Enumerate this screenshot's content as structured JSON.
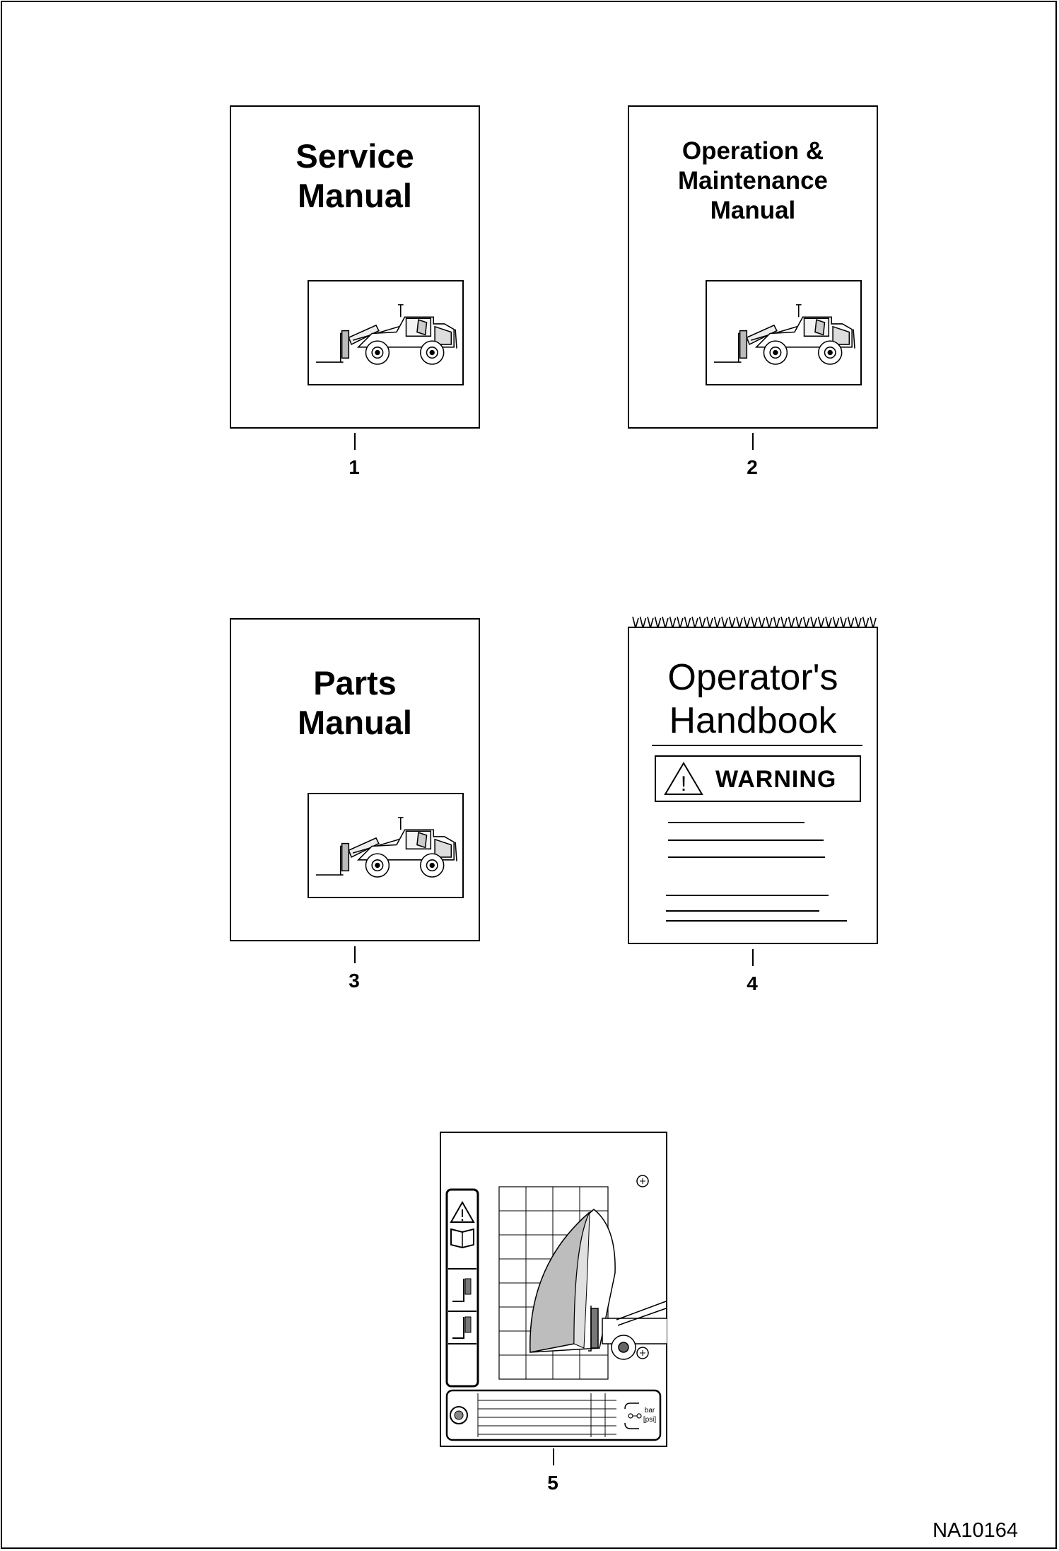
{
  "items": [
    {
      "callout": "1",
      "title": "Service\nManual"
    },
    {
      "callout": "2",
      "title": "Operation &\nMaintenance\nManual"
    },
    {
      "callout": "3",
      "title": "Parts\nManual"
    },
    {
      "callout": "4",
      "title": "Operator's\nHandbook",
      "warning_label": "WARNING",
      "warning_symbol": "!"
    },
    {
      "callout": "5",
      "pressure_units": "bar\n[psi]"
    }
  ],
  "figure_ref": "NA10164"
}
